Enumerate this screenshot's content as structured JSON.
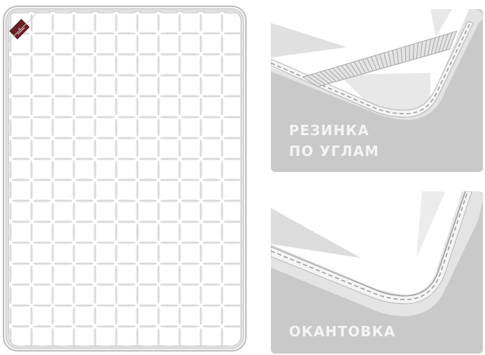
{
  "mattress": {
    "grid_columns": 11,
    "grid_rows": 16,
    "brand_label": {
      "color": "#6b1f23"
    }
  },
  "panels": [
    {
      "id": "elastic-corners",
      "label_line1": "РЕЗИНКА",
      "label_line2": "ПО УГЛАМ"
    },
    {
      "id": "edging",
      "label_line1": "ОКАНТОВКА"
    }
  ],
  "colors": {
    "panel_bg": "#c9c9c9",
    "panel_light": "#e2e2e2",
    "fabric": "#ffffff",
    "stitch": "#a9a9a9",
    "label_text": "#f4f4f4"
  }
}
